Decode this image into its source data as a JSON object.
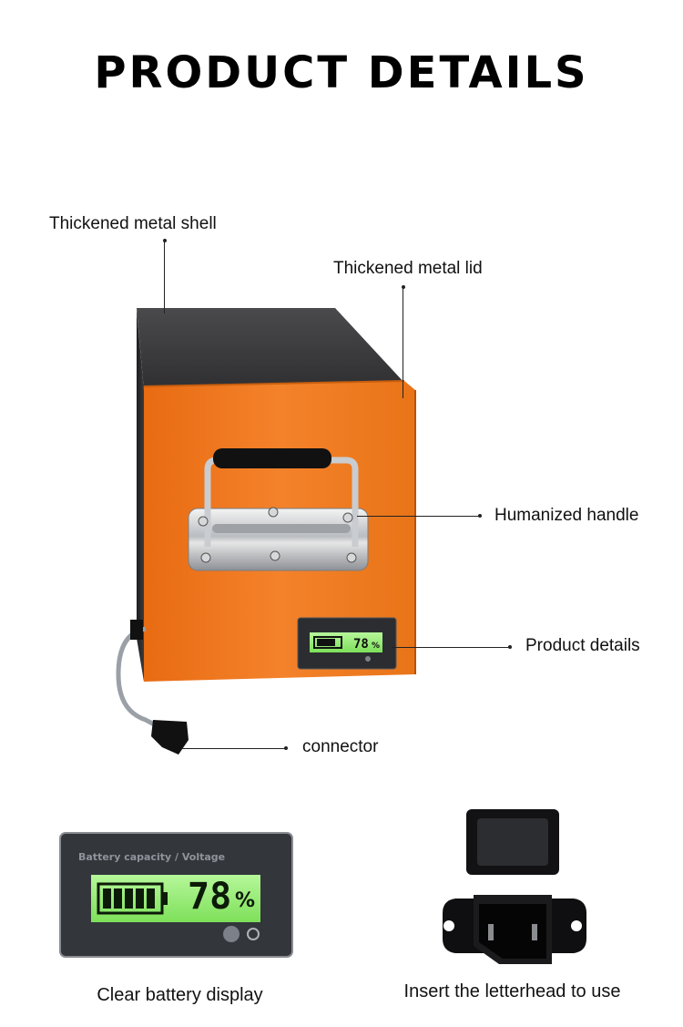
{
  "page": {
    "title": "PRODUCT DETAILS"
  },
  "callouts": {
    "shell": "Thickened metal shell",
    "lid": "Thickened metal lid",
    "handle": "Humanized handle",
    "details": "Product details",
    "connector": "connector"
  },
  "battery_display": {
    "header": "Battery capacity / Voltage",
    "percent": "78",
    "unit": "%",
    "charge_level": 0.78
  },
  "captions": {
    "display": "Clear battery display",
    "plug": "Insert the letterhead to use"
  },
  "colors": {
    "case_orange": "#f07a1e",
    "lid_dark": "#3a3a3c",
    "lcd_green": "#9cf07c"
  }
}
